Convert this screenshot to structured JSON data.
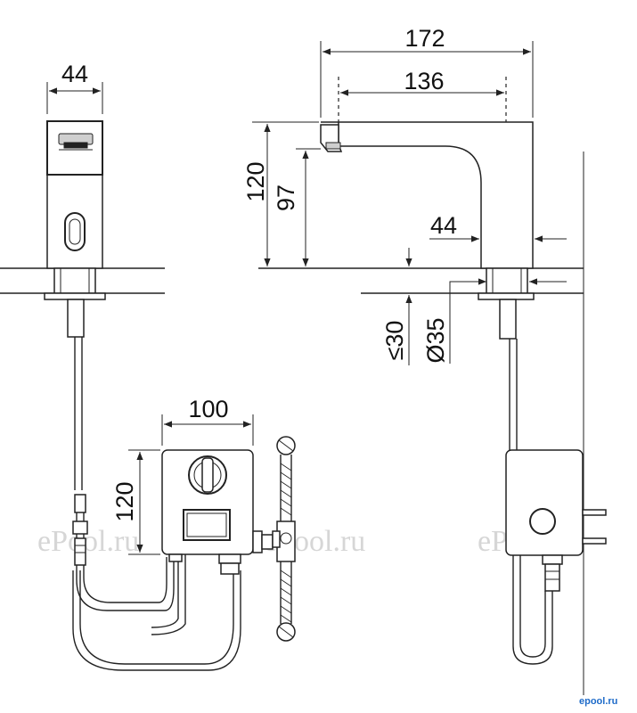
{
  "dimensions": {
    "front_width": "44",
    "side_overall": "172",
    "side_reach": "136",
    "side_height": "120",
    "side_spout_height": "97",
    "side_base_width": "44",
    "deck_thickness": "≤30",
    "hole_diameter": "Ø35",
    "box_width": "100",
    "box_height": "120"
  },
  "watermarks": {
    "left": "ePool.ru",
    "center": "ePool.ru",
    "right": "ePool.ru",
    "corner": "epool.ru"
  },
  "colors": {
    "line": "#222222",
    "watermark": "#d6d6d6",
    "corner_logo": "#1e6bc9"
  }
}
